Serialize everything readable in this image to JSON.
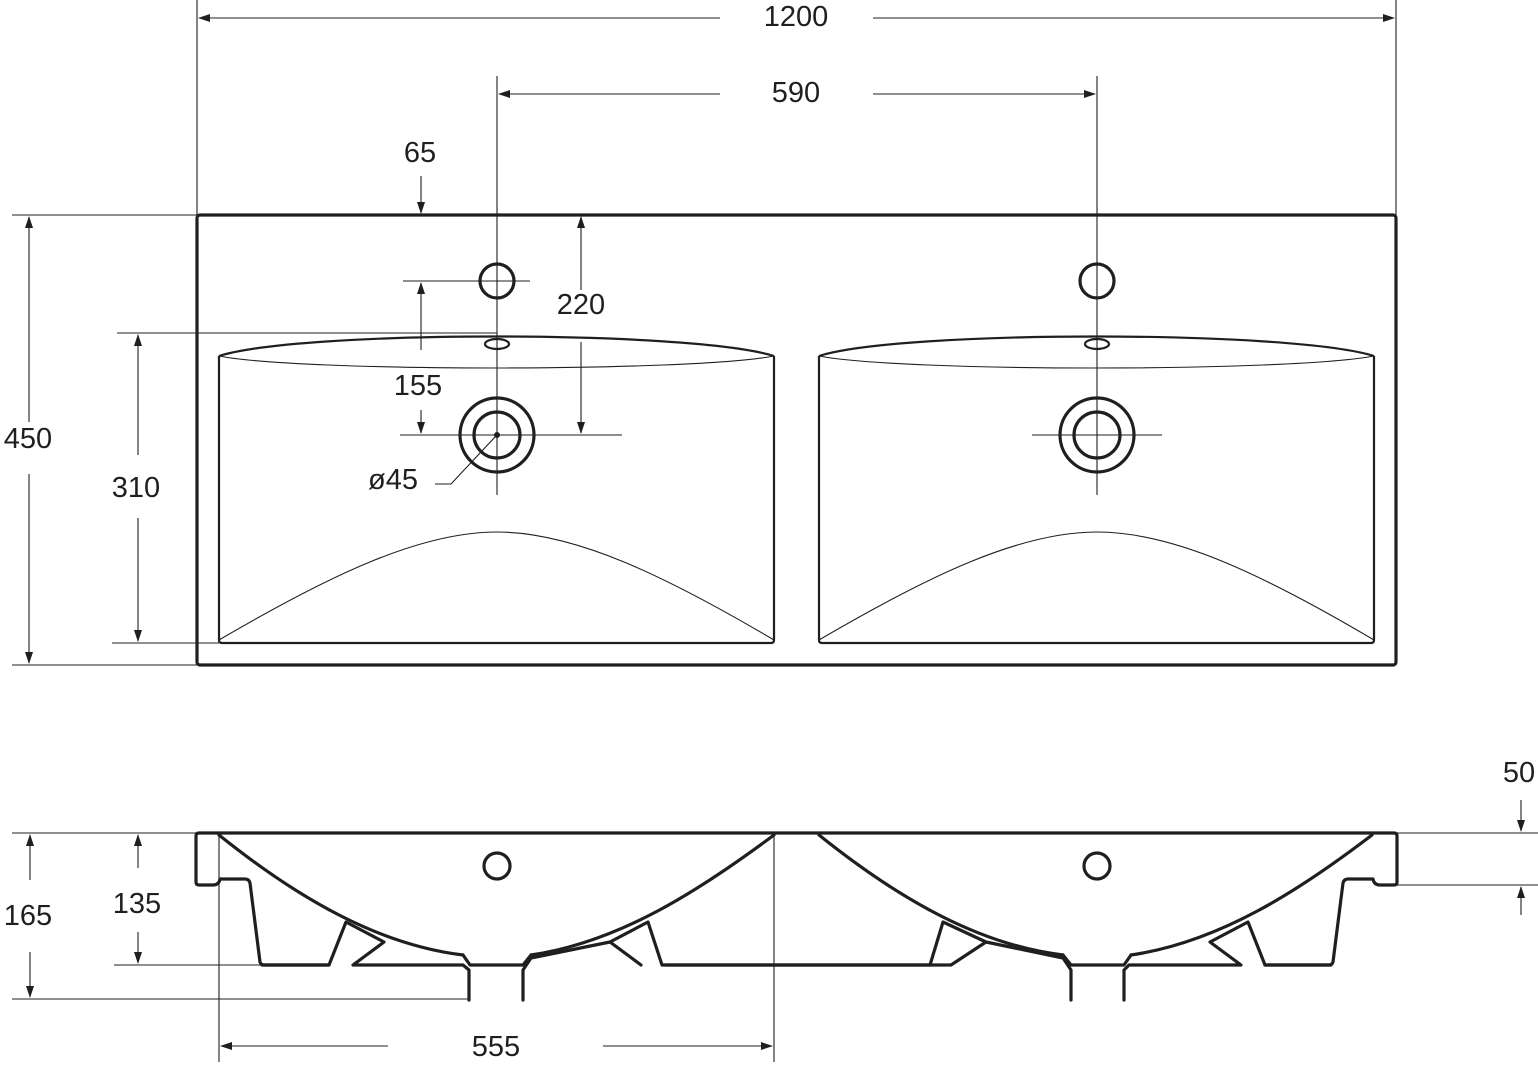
{
  "drawing": {
    "colors": {
      "line": "#1f1f1f",
      "background": "#ffffff"
    },
    "dimensions": {
      "total_width": "1200",
      "tap_spacing": "590",
      "tap_offset": "65",
      "tap_to_drain": "220",
      "drain_offset": "155",
      "drain_diameter": "ø45",
      "total_depth": "450",
      "bowl_depth_top": "310",
      "height_total": "165",
      "height_bowl": "135",
      "rim_thickness": "50",
      "bowl_width": "555"
    }
  }
}
